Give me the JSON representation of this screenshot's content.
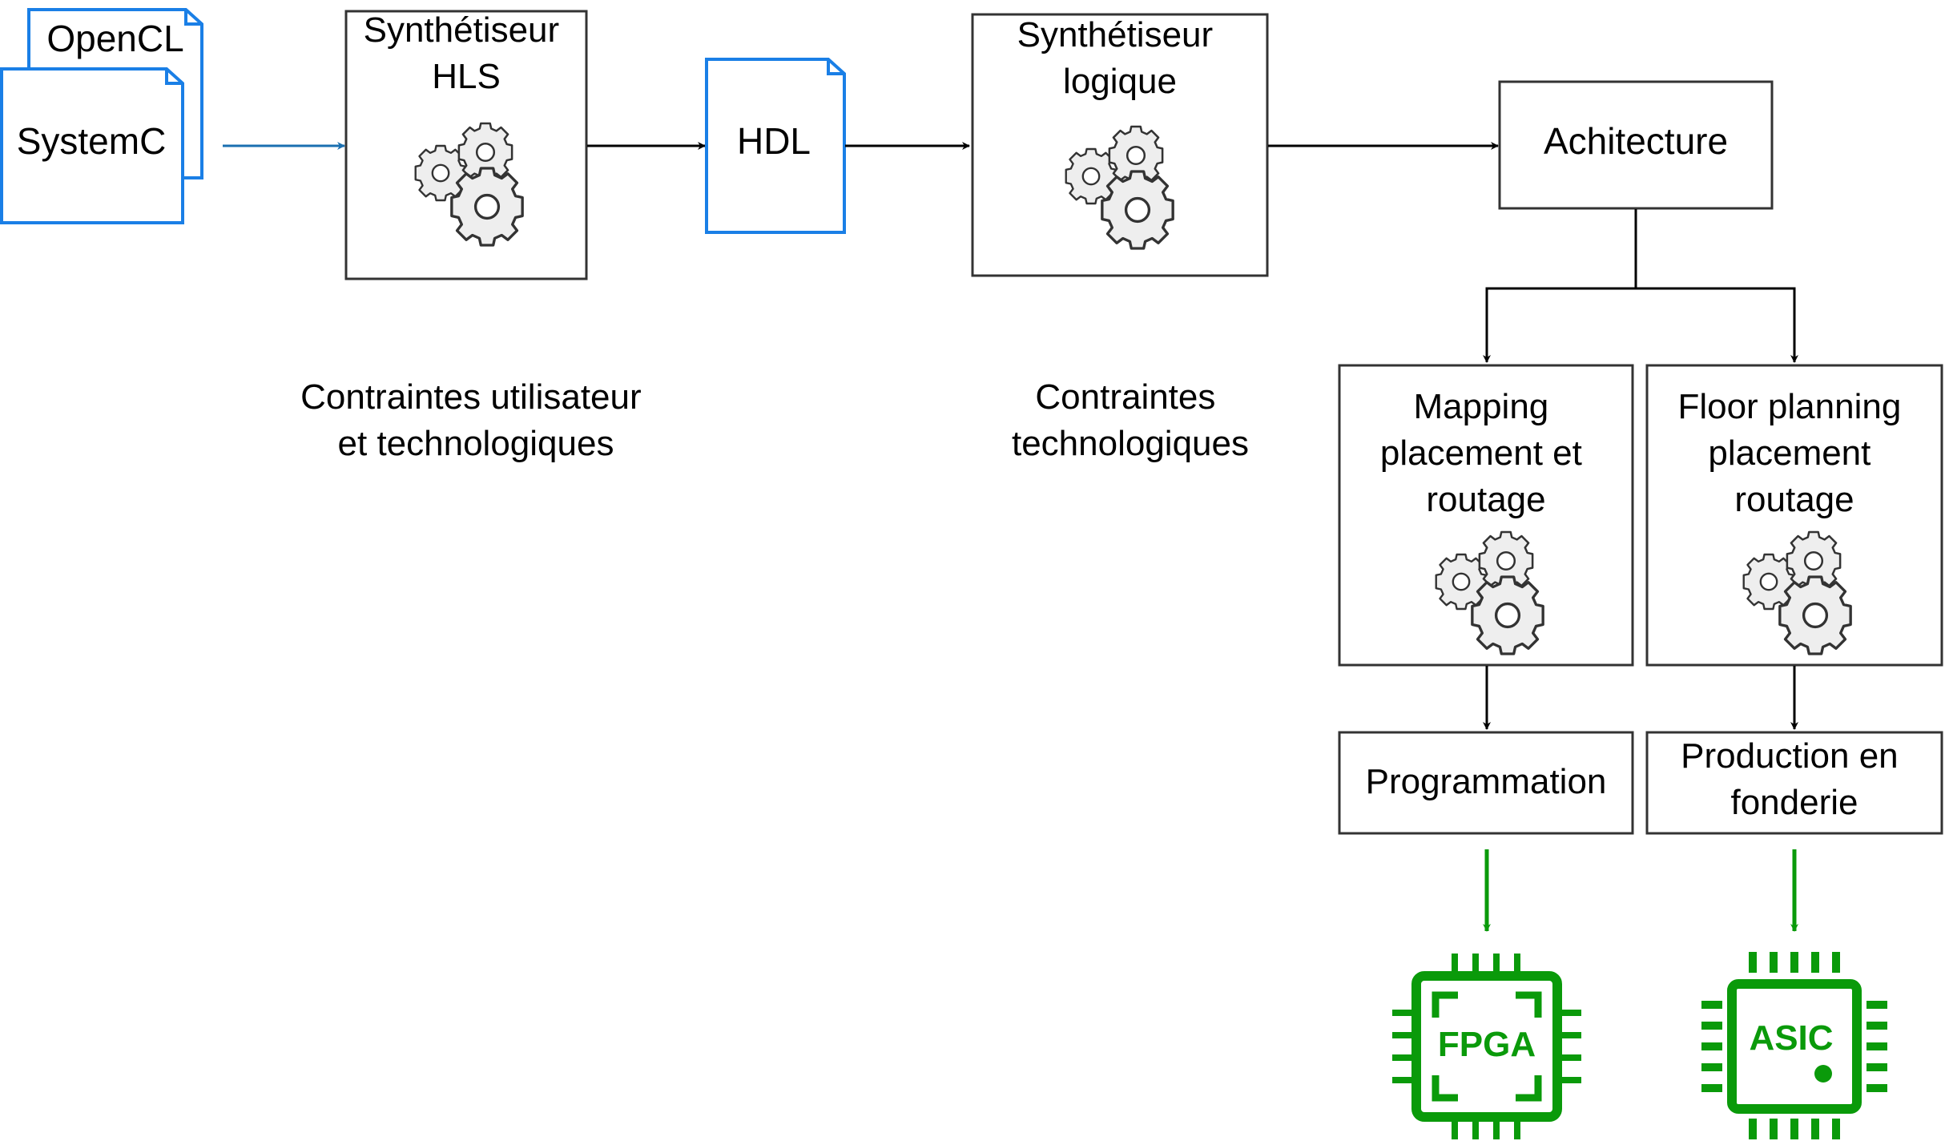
{
  "documents": {
    "opencl": "OpenCL",
    "systemc": "SystemC",
    "hdl": "HDL"
  },
  "blocks": {
    "hls": [
      "Synthétiseur",
      "HLS"
    ],
    "logic": [
      "Synthétiseur",
      "logique"
    ],
    "architecture": "Achitecture",
    "mapping": [
      "Mapping",
      "placement et",
      "routage"
    ],
    "floorplan": [
      "Floor planning",
      "placement",
      "routage"
    ],
    "programming": "Programmation",
    "production": [
      "Production en",
      "fonderie"
    ]
  },
  "notes": {
    "user_constraints": [
      "Contraintes utilisateur",
      "et technologiques"
    ],
    "tech_constraints": [
      "Contraintes",
      "technologiques"
    ]
  },
  "chips": {
    "fpga": "FPGA",
    "asic": "ASIC"
  },
  "icons": [
    "document-icon",
    "gears-icon",
    "chip-icon"
  ],
  "colors": {
    "doc_stroke": "#1a7fe6",
    "input_arrow": "#1a6fb0",
    "chip_green": "#0a9a0a",
    "gear_fill": "#eeeeee",
    "gear_stroke": "#333333"
  }
}
